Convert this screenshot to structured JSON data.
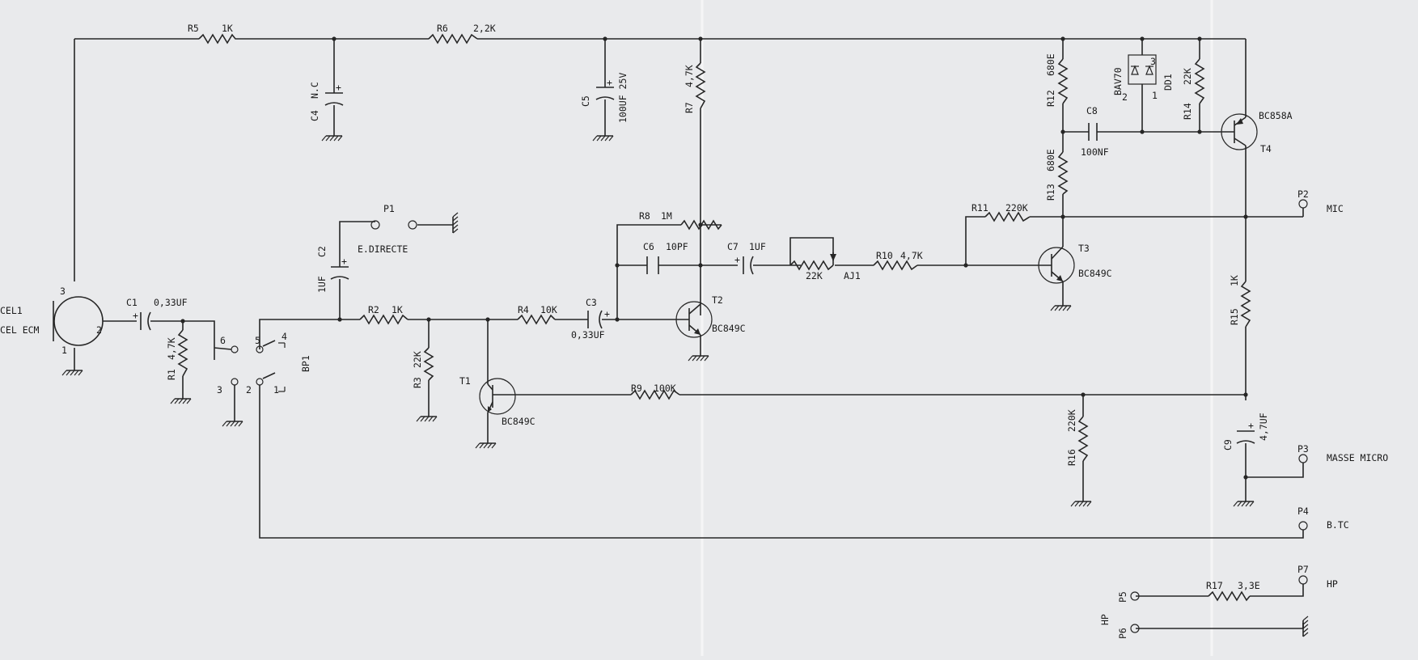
{
  "resistors": [
    {
      "id": "r5",
      "ref": "R5",
      "value": "1K"
    },
    {
      "id": "r6",
      "ref": "R6",
      "value": "2,2K"
    },
    {
      "id": "r7",
      "ref": "R7",
      "value": "4,7K"
    },
    {
      "id": "r12",
      "ref": "R12",
      "value": "680E"
    },
    {
      "id": "r13",
      "ref": "R13",
      "value": "680E"
    },
    {
      "id": "r14",
      "ref": "R14",
      "value": "22K"
    },
    {
      "id": "r8",
      "ref": "R8",
      "value": "1M"
    },
    {
      "id": "r11",
      "ref": "R11",
      "value": "220K"
    },
    {
      "id": "r10",
      "ref": "R10",
      "value": "4,7K"
    },
    {
      "id": "r1",
      "ref": "R1",
      "value": "4,7K"
    },
    {
      "id": "r2",
      "ref": "R2",
      "value": "1K"
    },
    {
      "id": "r3",
      "ref": "R3",
      "value": "22K"
    },
    {
      "id": "r4",
      "ref": "R4",
      "value": "10K"
    },
    {
      "id": "r9",
      "ref": "R9",
      "value": "100K"
    },
    {
      "id": "r15",
      "ref": "R15",
      "value": "1K"
    },
    {
      "id": "r16",
      "ref": "R16",
      "value": "220K"
    },
    {
      "id": "r17",
      "ref": "R17",
      "value": "3,3E"
    }
  ],
  "capacitors": [
    {
      "id": "c4",
      "ref": "C4",
      "value": "N.C"
    },
    {
      "id": "c5",
      "ref": "C5",
      "value": "100UF 25V"
    },
    {
      "id": "c8",
      "ref": "C8",
      "value": "100NF"
    },
    {
      "id": "c2",
      "ref": "C2",
      "value": "1UF"
    },
    {
      "id": "c6",
      "ref": "C6",
      "value": "10PF"
    },
    {
      "id": "c7",
      "ref": "C7",
      "value": "1UF"
    },
    {
      "id": "c1",
      "ref": "C1",
      "value": "0,33UF"
    },
    {
      "id": "c3",
      "ref": "C3",
      "value": "0,33UF"
    },
    {
      "id": "c9",
      "ref": "C9",
      "value": "4,7UF"
    }
  ],
  "transistors": [
    {
      "id": "t1",
      "ref": "T1",
      "part": "BC849C"
    },
    {
      "id": "t2",
      "ref": "T2",
      "part": "BC849C"
    },
    {
      "id": "t3",
      "ref": "T3",
      "part": "BC849C"
    },
    {
      "id": "t4",
      "ref": "T4",
      "part": "BC858A"
    }
  ],
  "diode": {
    "ref": "DD1",
    "part": "BAV70",
    "pins": [
      "1",
      "2",
      "3"
    ]
  },
  "pot": {
    "ref": "AJ1",
    "value": "22K"
  },
  "microphone": {
    "ref": "CEL1",
    "name": "CEL ECM",
    "pins": [
      "1",
      "2",
      "3"
    ]
  },
  "switch": {
    "ref": "BP1",
    "pins": [
      "1",
      "2",
      "3",
      "4",
      "5",
      "6"
    ]
  },
  "points": [
    {
      "id": "p1",
      "ref": "P1",
      "label": "E.DIRECTE"
    },
    {
      "id": "p2",
      "ref": "P2",
      "label": "MIC"
    },
    {
      "id": "p3",
      "ref": "P3",
      "label": "MASSE MICRO"
    },
    {
      "id": "p4",
      "ref": "P4",
      "label": "B.TC"
    },
    {
      "id": "p5",
      "ref": "P5",
      "label": ""
    },
    {
      "id": "p6",
      "ref": "P6",
      "label": ""
    },
    {
      "id": "p7",
      "ref": "P7",
      "label": "HP"
    }
  ],
  "hp_label": "HP"
}
